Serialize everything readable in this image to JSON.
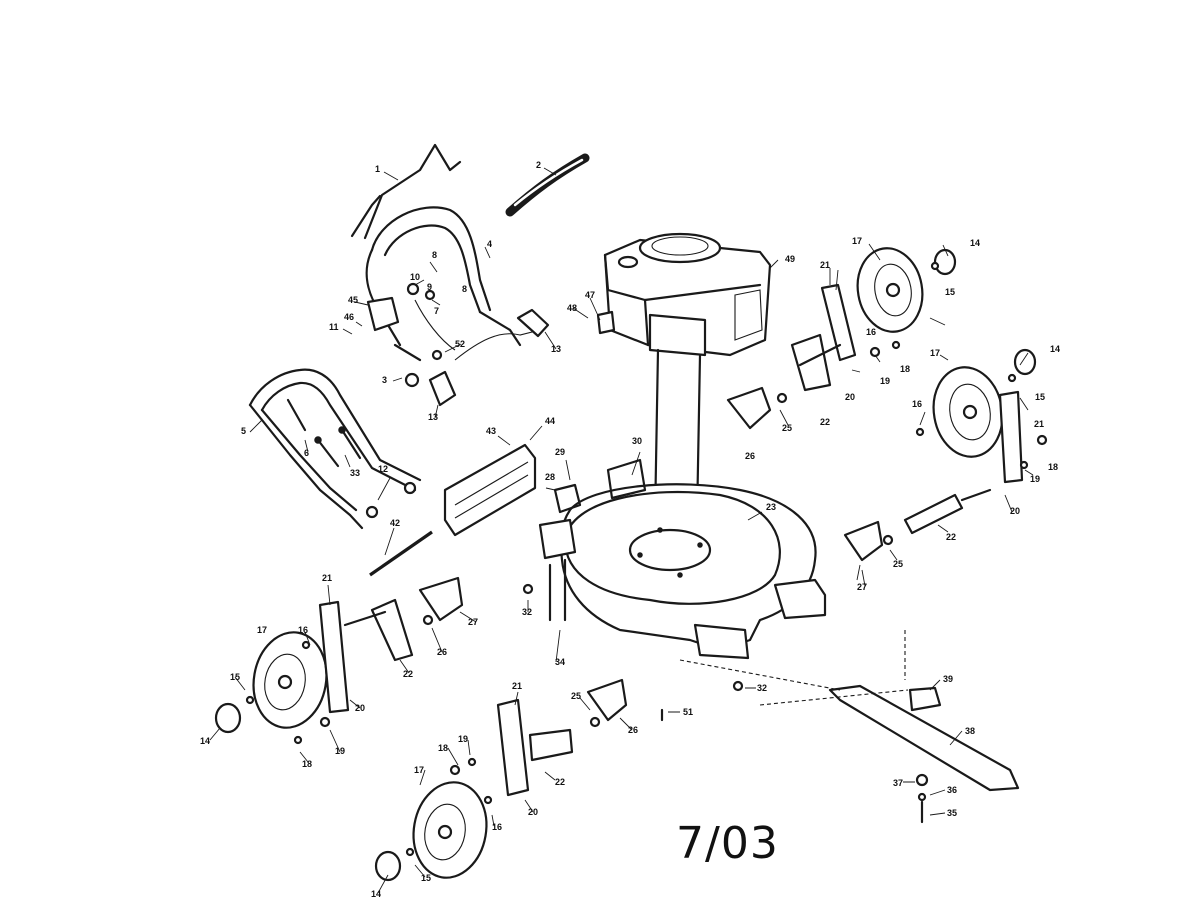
{
  "revision_code": "7/03",
  "callouts": [
    {
      "id": "c1",
      "text": "1"
    },
    {
      "id": "c2",
      "text": "2"
    },
    {
      "id": "c4",
      "text": "4"
    },
    {
      "id": "c49",
      "text": "49"
    },
    {
      "id": "c17a",
      "text": "17"
    },
    {
      "id": "c14a",
      "text": "14"
    },
    {
      "id": "c21a",
      "text": "21"
    },
    {
      "id": "c15a",
      "text": "15"
    },
    {
      "id": "c16a",
      "text": "16"
    },
    {
      "id": "c17b",
      "text": "17"
    },
    {
      "id": "c14b",
      "text": "14"
    },
    {
      "id": "c19a",
      "text": "19"
    },
    {
      "id": "c18a",
      "text": "18"
    },
    {
      "id": "c15b",
      "text": "15"
    },
    {
      "id": "c20a",
      "text": "20"
    },
    {
      "id": "c22a",
      "text": "22"
    },
    {
      "id": "c25a",
      "text": "25"
    },
    {
      "id": "c26a",
      "text": "26"
    },
    {
      "id": "c16b",
      "text": "16"
    },
    {
      "id": "c21b",
      "text": "21"
    },
    {
      "id": "c18b",
      "text": "18"
    },
    {
      "id": "c19b",
      "text": "19"
    },
    {
      "id": "c20b",
      "text": "20"
    },
    {
      "id": "c22b",
      "text": "22"
    },
    {
      "id": "c23",
      "text": "23"
    },
    {
      "id": "c27a",
      "text": "27"
    },
    {
      "id": "c25b",
      "text": "25"
    },
    {
      "id": "c30",
      "text": "30"
    },
    {
      "id": "c29",
      "text": "29"
    },
    {
      "id": "c28",
      "text": "28"
    },
    {
      "id": "c43",
      "text": "43"
    },
    {
      "id": "c44",
      "text": "44"
    },
    {
      "id": "c42",
      "text": "42"
    },
    {
      "id": "c12",
      "text": "12"
    },
    {
      "id": "c33",
      "text": "33"
    },
    {
      "id": "c5",
      "text": "5"
    },
    {
      "id": "c6",
      "text": "6"
    },
    {
      "id": "c8a",
      "text": "8"
    },
    {
      "id": "c10",
      "text": "10"
    },
    {
      "id": "c9",
      "text": "9"
    },
    {
      "id": "c8b",
      "text": "8"
    },
    {
      "id": "c7",
      "text": "7"
    },
    {
      "id": "c45",
      "text": "45"
    },
    {
      "id": "c46",
      "text": "46"
    },
    {
      "id": "c11",
      "text": "11"
    },
    {
      "id": "c52",
      "text": "52"
    },
    {
      "id": "c3",
      "text": "3"
    },
    {
      "id": "c13a",
      "text": "13"
    },
    {
      "id": "c13b",
      "text": "13"
    },
    {
      "id": "c48",
      "text": "48"
    },
    {
      "id": "c47",
      "text": "47"
    },
    {
      "id": "c21c",
      "text": "21"
    },
    {
      "id": "c17c",
      "text": "17"
    },
    {
      "id": "c16c",
      "text": "16"
    },
    {
      "id": "c15c",
      "text": "15"
    },
    {
      "id": "c14c",
      "text": "14"
    },
    {
      "id": "c19c",
      "text": "19"
    },
    {
      "id": "c18c",
      "text": "18"
    },
    {
      "id": "c20c",
      "text": "20"
    },
    {
      "id": "c22c",
      "text": "22"
    },
    {
      "id": "c26b",
      "text": "26"
    },
    {
      "id": "c27b",
      "text": "27"
    },
    {
      "id": "c32a",
      "text": "32"
    },
    {
      "id": "c34",
      "text": "34"
    },
    {
      "id": "c21d",
      "text": "21"
    },
    {
      "id": "c25c",
      "text": "25"
    },
    {
      "id": "c26c",
      "text": "26"
    },
    {
      "id": "c51",
      "text": "51"
    },
    {
      "id": "c32b",
      "text": "32"
    },
    {
      "id": "c39",
      "text": "39"
    },
    {
      "id": "c38",
      "text": "38"
    },
    {
      "id": "c37",
      "text": "37"
    },
    {
      "id": "c36",
      "text": "36"
    },
    {
      "id": "c35",
      "text": "35"
    },
    {
      "id": "c18d",
      "text": "18"
    },
    {
      "id": "c19d",
      "text": "19"
    },
    {
      "id": "c22d",
      "text": "22"
    },
    {
      "id": "c17d",
      "text": "17"
    },
    {
      "id": "c16d",
      "text": "16"
    },
    {
      "id": "c20d",
      "text": "20"
    },
    {
      "id": "c15d",
      "text": "15"
    },
    {
      "id": "c14d",
      "text": "14"
    }
  ]
}
